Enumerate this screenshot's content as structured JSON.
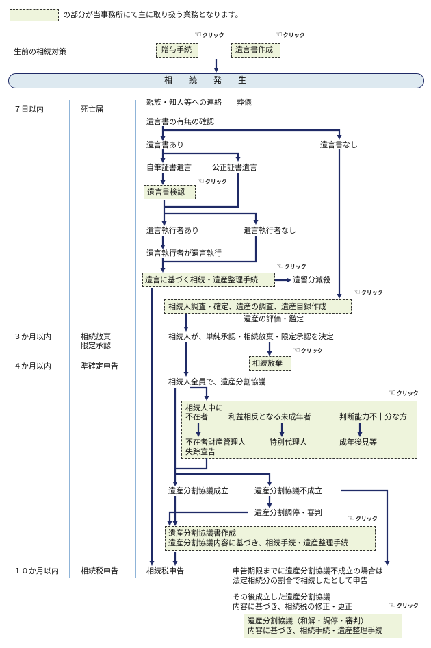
{
  "legend": {
    "text": "の部分が当事務所にて主に取り扱う業務となります。"
  },
  "click_label": "クリック",
  "pre": {
    "label": "生前の相続対策",
    "gift": "贈与手続",
    "will_make": "遺言書作成"
  },
  "banner": "相　　続　　発　　生",
  "left": {
    "d7": "７日以内",
    "death": "死亡届",
    "m3": "３か月以内",
    "renounce": "相続放棄",
    "limited": "限定承認",
    "m4": "４か月以内",
    "quasi": "準確定申告",
    "m10": "１０か月以内",
    "tax": "相続税申告"
  },
  "flow": {
    "contact": "親族・知人等への連絡　　葬儀",
    "will_check": "遺言書の有無の確認",
    "will_yes": "遺言書あり",
    "will_no": "遺言書なし",
    "holo": "自筆証書遺言",
    "notary": "公正証書遺言",
    "probate": "遺言書検認",
    "exec_yes": "遺言執行者あり",
    "exec_no": "遺言執行者なし",
    "exec_do": "遺言執行者が遺言執行",
    "will_proc": "遺言に基づく相続・遺産整理手続",
    "reduction": "遺留分減殺",
    "heir_survey": "相続人調査・確定、遺産の調査、遺産目録作成",
    "valuation": "遺産の評価・鑑定",
    "decide": "相続人が、単純承認・相続放棄・限定承認を決定",
    "renounce_box": "相続放棄",
    "all_heirs": "相続人全員で、遺産分割協議",
    "among": "相続人中に",
    "absent": "不在者",
    "conflict": "利益相反となる未成年者",
    "incap": "判断能力不十分な方",
    "absent_admin": "不在者財産管理人",
    "missing": "失踪宣告",
    "special": "特別代理人",
    "guardian": "成年後見等",
    "agree_ok": "遺産分割協議成立",
    "agree_ng": "遺産分割協議不成立",
    "mediation": "遺産分割調停・審判",
    "doc1": "遺産分割協議書作成",
    "doc2": "遺産分割協議内容に基づき、相続手続・遺産整理手続",
    "tax_filing": "相続税申告",
    "deadline1": "申告期限までに遺産分割協議不成立の場合は",
    "deadline2": "法定相続分の割合で相続したとして申告",
    "later1": "その後成立した遺産分割協議",
    "later2": "内容に基づき、相続税の修正・更正",
    "final1": "遺産分割協議（和解・調停・審判）",
    "final2": "内容に基づき、相続手続・遺産整理手続"
  }
}
